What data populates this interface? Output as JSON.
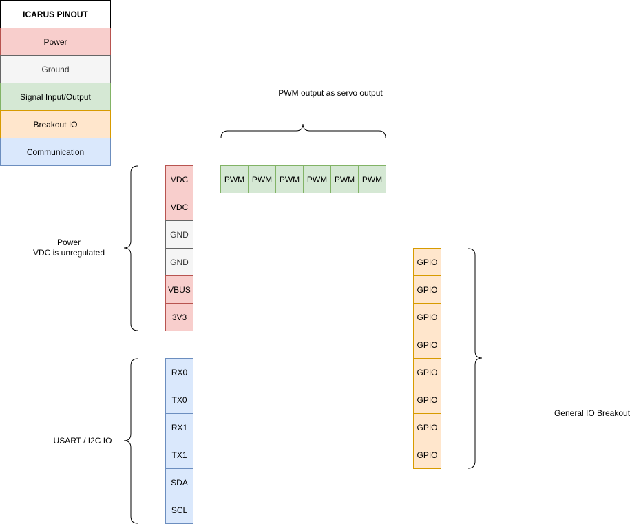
{
  "legend": {
    "title": "ICARUS PINOUT",
    "items": [
      {
        "key": "power",
        "label": "Power"
      },
      {
        "key": "ground",
        "label": "Ground"
      },
      {
        "key": "signal",
        "label": "Signal Input/Output"
      },
      {
        "key": "breakout",
        "label": "Breakout IO"
      },
      {
        "key": "comm",
        "label": "Communication"
      }
    ]
  },
  "colors": {
    "power_fill": "#f8cecc",
    "power_stroke": "#b85450",
    "ground_fill": "#f5f5f5",
    "ground_stroke": "#666666",
    "signal_fill": "#d5e8d4",
    "signal_stroke": "#82b366",
    "breakout_fill": "#ffe6cc",
    "breakout_stroke": "#d79b00",
    "comm_fill": "#dae8fc",
    "comm_stroke": "#6c8ebf"
  },
  "power_pins": [
    {
      "label": "VDC",
      "type": "power"
    },
    {
      "label": "VDC",
      "type": "power"
    },
    {
      "label": "GND",
      "type": "ground"
    },
    {
      "label": "GND",
      "type": "ground"
    },
    {
      "label": "VBUS",
      "type": "power"
    },
    {
      "label": "3V3",
      "type": "power"
    }
  ],
  "comm_pins": [
    {
      "label": "RX0",
      "type": "comm"
    },
    {
      "label": "TX0",
      "type": "comm"
    },
    {
      "label": "RX1",
      "type": "comm"
    },
    {
      "label": "TX1",
      "type": "comm"
    },
    {
      "label": "SDA",
      "type": "comm"
    },
    {
      "label": "SCL",
      "type": "comm"
    }
  ],
  "pwm_pins": [
    {
      "label": "PWM",
      "type": "signal"
    },
    {
      "label": "PWM",
      "type": "signal"
    },
    {
      "label": "PWM",
      "type": "signal"
    },
    {
      "label": "PWM",
      "type": "signal"
    },
    {
      "label": "PWM",
      "type": "signal"
    },
    {
      "label": "PWM",
      "type": "signal"
    }
  ],
  "gpio_pins": [
    {
      "label": "GPIO",
      "type": "breakout"
    },
    {
      "label": "GPIO",
      "type": "breakout"
    },
    {
      "label": "GPIO",
      "type": "breakout"
    },
    {
      "label": "GPIO",
      "type": "breakout"
    },
    {
      "label": "GPIO",
      "type": "breakout"
    },
    {
      "label": "GPIO",
      "type": "breakout"
    },
    {
      "label": "GPIO",
      "type": "breakout"
    },
    {
      "label": "GPIO",
      "type": "breakout"
    }
  ],
  "annotations": {
    "pwm": "PWM output as servo output",
    "power": "Power\nVDC is unregulated",
    "comm": "USART / I2C IO",
    "gpio": "General IO Breakout"
  }
}
